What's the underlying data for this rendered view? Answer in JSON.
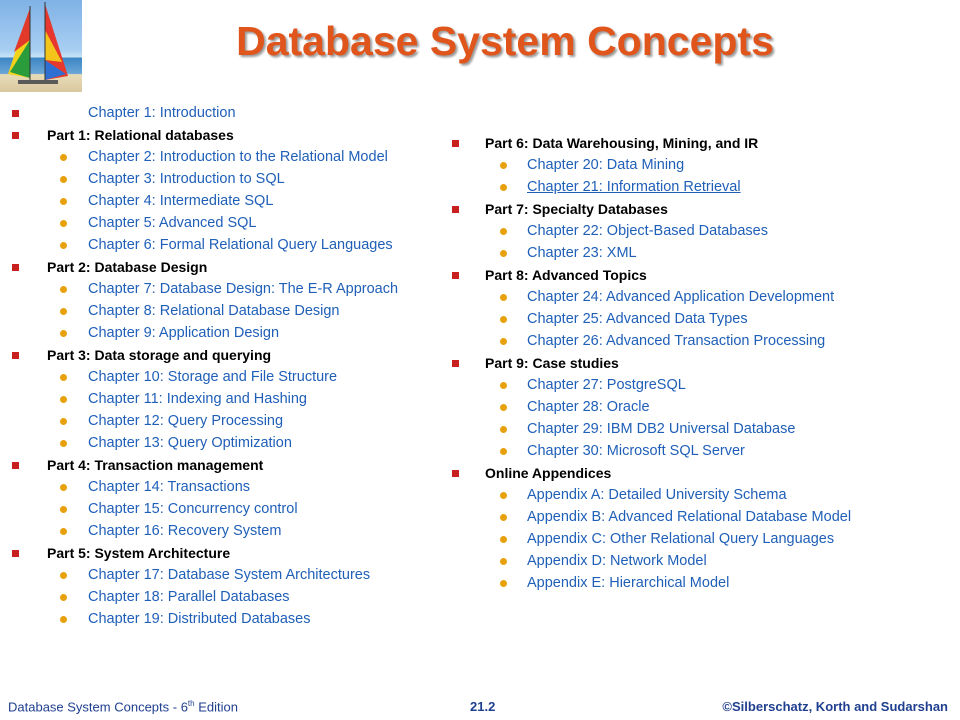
{
  "title": "Database System Concepts",
  "left_column": [
    {
      "kind": "part-chap",
      "text": "Chapter 1: Introduction"
    },
    {
      "kind": "part",
      "text": "Part 1: Relational databases"
    },
    {
      "kind": "chap",
      "text": "Chapter 2: Introduction to the Relational Model"
    },
    {
      "kind": "chap",
      "text": "Chapter 3: Introduction to SQL"
    },
    {
      "kind": "chap",
      "text": "Chapter 4: Intermediate SQL"
    },
    {
      "kind": "chap",
      "text": "Chapter 5: Advanced SQL"
    },
    {
      "kind": "chap",
      "text": "Chapter 6: Formal Relational Query Languages"
    },
    {
      "kind": "part",
      "text": "Part 2: Database Design"
    },
    {
      "kind": "chap",
      "text": "Chapter 7: Database Design: The E-R Approach"
    },
    {
      "kind": "chap",
      "text": "Chapter 8: Relational Database Design"
    },
    {
      "kind": "chap",
      "text": "Chapter 9: Application Design"
    },
    {
      "kind": "part",
      "text": "Part 3: Data storage and querying"
    },
    {
      "kind": "chap",
      "text": "Chapter 10: Storage and File Structure"
    },
    {
      "kind": "chap",
      "text": "Chapter 11: Indexing and Hashing"
    },
    {
      "kind": "chap",
      "text": "Chapter 12: Query Processing"
    },
    {
      "kind": "chap",
      "text": "Chapter 13: Query Optimization"
    },
    {
      "kind": "part",
      "text": "Part 4: Transaction management"
    },
    {
      "kind": "chap",
      "text": "Chapter 14: Transactions"
    },
    {
      "kind": "chap",
      "text": "Chapter 15: Concurrency control"
    },
    {
      "kind": "chap",
      "text": "Chapter 16: Recovery System"
    },
    {
      "kind": "part",
      "text": "Part 5: System Architecture"
    },
    {
      "kind": "chap",
      "text": "Chapter 17: Database System Architectures"
    },
    {
      "kind": "chap",
      "text": "Chapter 18: Parallel Databases"
    },
    {
      "kind": "chap",
      "text": "Chapter 19: Distributed Databases"
    }
  ],
  "right_column": [
    {
      "kind": "part",
      "text": "Part 6: Data Warehousing, Mining, and IR"
    },
    {
      "kind": "chap",
      "text": "Chapter 20: Data Mining"
    },
    {
      "kind": "chap-u",
      "text": "Chapter 21: Information Retrieval"
    },
    {
      "kind": "part",
      "text": "Part 7: Specialty Databases"
    },
    {
      "kind": "chap",
      "text": "Chapter 22: Object-Based Databases"
    },
    {
      "kind": "chap",
      "text": "Chapter 23: XML"
    },
    {
      "kind": "part",
      "text": "Part 8: Advanced Topics"
    },
    {
      "kind": "chap",
      "text": "Chapter 24: Advanced Application Development"
    },
    {
      "kind": "chap",
      "text": "Chapter 25: Advanced Data Types"
    },
    {
      "kind": "chap",
      "text": "Chapter 26: Advanced Transaction Processing"
    },
    {
      "kind": "part",
      "text": "Part 9: Case studies"
    },
    {
      "kind": "chap",
      "text": "Chapter 27: PostgreSQL"
    },
    {
      "kind": "chap",
      "text": "Chapter 28: Oracle"
    },
    {
      "kind": "chap",
      "text": "Chapter 29: IBM DB2 Universal Database"
    },
    {
      "kind": "chap",
      "text": "Chapter 30: Microsoft SQL Server"
    },
    {
      "kind": "part",
      "text": "Online Appendices"
    },
    {
      "kind": "chap",
      "text": "Appendix A: Detailed University Schema"
    },
    {
      "kind": "chap",
      "text": "Appendix B: Advanced Relational Database Model"
    },
    {
      "kind": "chap",
      "text": "Appendix C: Other Relational Query Languages"
    },
    {
      "kind": "chap",
      "text": "Appendix D: Network Model"
    },
    {
      "kind": "chap",
      "text": "Appendix E: Hierarchical Model"
    }
  ],
  "footer": {
    "book": "Database  System Concepts  - 6",
    "edition_sup": "th",
    "edition_word": " Edition",
    "page": "21.2",
    "copyright": "©Silberschatz, Korth and Sudarshan"
  },
  "colors": {
    "title": "#e0551b",
    "chapter": "#1f5fb8",
    "part_bullet": "#c81f1f",
    "chapter_bullet": "#e8a00c"
  },
  "logo_icon": "sailboats-icon"
}
